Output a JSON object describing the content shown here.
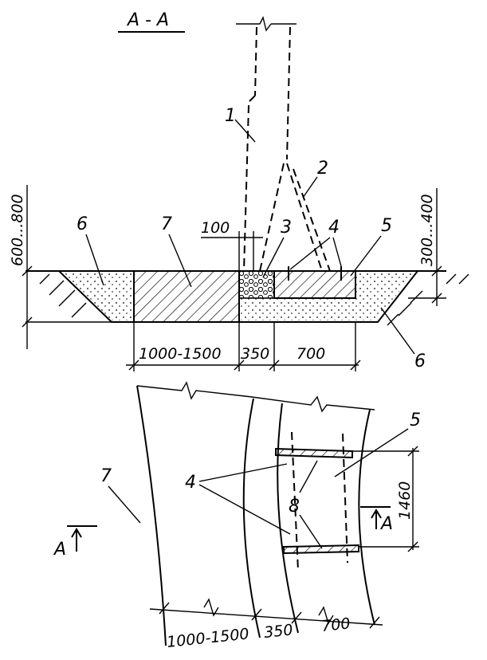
{
  "section_title": "A - A",
  "section_marker": "A",
  "section": {
    "labels": {
      "l1": "1",
      "l2": "2",
      "l3": "3",
      "l4": "4",
      "l5": "5",
      "l6a": "6",
      "l6b": "6",
      "l7": "7"
    },
    "dims": {
      "d100": "100",
      "depth_left": "600...800",
      "depth_right": "300...400",
      "w_left": "1000-1500",
      "w_mid": "350",
      "w_right": "700"
    }
  },
  "plan": {
    "labels": {
      "l4": "4",
      "l5": "5",
      "l7": "7",
      "l8": "8"
    },
    "dims": {
      "d1460": "1460",
      "w_left": "1000-1500",
      "w_mid": "350",
      "w_right": "700"
    }
  }
}
